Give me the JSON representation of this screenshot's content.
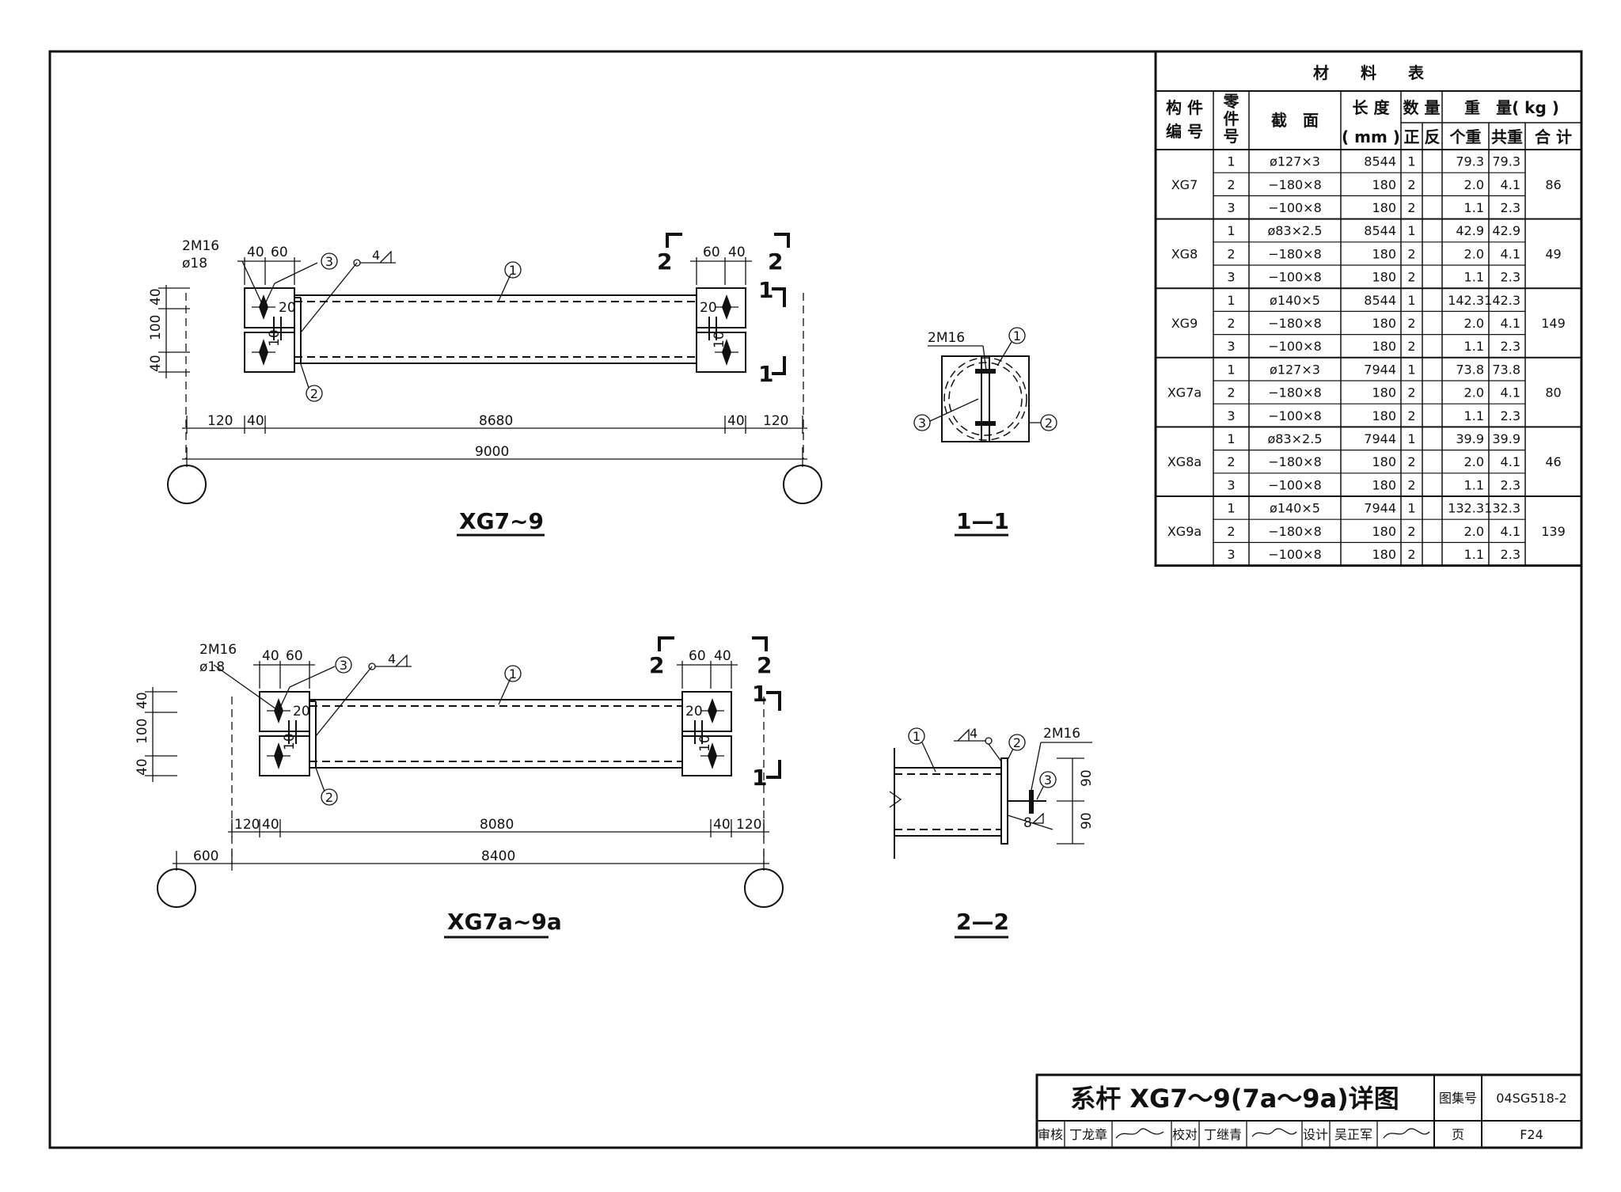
{
  "drawing": {
    "view_a": {
      "title": "XG7~9",
      "bolt_spec": "2M16",
      "hole_spec": "ø18",
      "weld_mark": "4",
      "dims_top_left": [
        "40",
        "60"
      ],
      "dims_top_right": [
        "60",
        "40"
      ],
      "dims_vertical": [
        "40",
        "100",
        "40"
      ],
      "dim_edge": "20",
      "dim_slot": "10",
      "dims_bottom": [
        "120",
        "40",
        "8680",
        "40",
        "120"
      ],
      "dim_total": "9000",
      "part_labels": [
        "①",
        "②",
        "③"
      ],
      "section_mark_2": "2",
      "section_mark_1": "1"
    },
    "view_b": {
      "title": "XG7a~9a",
      "bolt_spec": "2M16",
      "hole_spec": "ø18",
      "weld_mark": "4",
      "dims_top_left": [
        "40",
        "60"
      ],
      "dims_top_right": [
        "60",
        "40"
      ],
      "dims_vertical": [
        "40",
        "100",
        "40"
      ],
      "dim_edge": "20",
      "dim_slot": "10",
      "dims_bottom": [
        "120",
        "40",
        "8080",
        "40",
        "120"
      ],
      "dim_total": "8400",
      "dim_offset": "600",
      "part_labels": [
        "①",
        "②",
        "③"
      ],
      "section_mark_2": "2",
      "section_mark_1": "1"
    },
    "section_1_1": {
      "title": "1—1",
      "bolt_spec": "2M16",
      "part_labels": [
        "①",
        "②",
        "③"
      ]
    },
    "section_2_2": {
      "title": "2—2",
      "bolt_spec": "2M16",
      "weld_mark": "4",
      "weld_size": "8",
      "dims": [
        "90",
        "90"
      ],
      "part_labels": [
        "①",
        "②",
        "③"
      ]
    }
  },
  "material_table": {
    "title": "材　　料　　表",
    "headers": {
      "member_no": "构 件\n编 号",
      "part_no": "零\n件\n号",
      "section": "截　面",
      "length": "长 度",
      "length_unit": "( mm )",
      "qty": "数 量",
      "qty_pos": "正",
      "qty_neg": "反",
      "weight": "重　量( kg )",
      "w_each": "个重",
      "w_total": "共重",
      "w_sum": "合 计"
    },
    "groups": [
      {
        "member": "XG7",
        "sum": "86",
        "rows": [
          {
            "part": "1",
            "section": "ø127×3",
            "length": "8544",
            "qty": "1",
            "w_each": "79.3",
            "w_total": "79.3"
          },
          {
            "part": "2",
            "section": "−180×8",
            "length": "180",
            "qty": "2",
            "w_each": "2.0",
            "w_total": "4.1"
          },
          {
            "part": "3",
            "section": "−100×8",
            "length": "180",
            "qty": "2",
            "w_each": "1.1",
            "w_total": "2.3"
          }
        ]
      },
      {
        "member": "XG8",
        "sum": "49",
        "rows": [
          {
            "part": "1",
            "section": "ø83×2.5",
            "length": "8544",
            "qty": "1",
            "w_each": "42.9",
            "w_total": "42.9"
          },
          {
            "part": "2",
            "section": "−180×8",
            "length": "180",
            "qty": "2",
            "w_each": "2.0",
            "w_total": "4.1"
          },
          {
            "part": "3",
            "section": "−100×8",
            "length": "180",
            "qty": "2",
            "w_each": "1.1",
            "w_total": "2.3"
          }
        ]
      },
      {
        "member": "XG9",
        "sum": "149",
        "rows": [
          {
            "part": "1",
            "section": "ø140×5",
            "length": "8544",
            "qty": "1",
            "w_each": "142.3",
            "w_total": "142.3"
          },
          {
            "part": "2",
            "section": "−180×8",
            "length": "180",
            "qty": "2",
            "w_each": "2.0",
            "w_total": "4.1"
          },
          {
            "part": "3",
            "section": "−100×8",
            "length": "180",
            "qty": "2",
            "w_each": "1.1",
            "w_total": "2.3"
          }
        ]
      },
      {
        "member": "XG7a",
        "sum": "80",
        "rows": [
          {
            "part": "1",
            "section": "ø127×3",
            "length": "7944",
            "qty": "1",
            "w_each": "73.8",
            "w_total": "73.8"
          },
          {
            "part": "2",
            "section": "−180×8",
            "length": "180",
            "qty": "2",
            "w_each": "2.0",
            "w_total": "4.1"
          },
          {
            "part": "3",
            "section": "−100×8",
            "length": "180",
            "qty": "2",
            "w_each": "1.1",
            "w_total": "2.3"
          }
        ]
      },
      {
        "member": "XG8a",
        "sum": "46",
        "rows": [
          {
            "part": "1",
            "section": "ø83×2.5",
            "length": "7944",
            "qty": "1",
            "w_each": "39.9",
            "w_total": "39.9"
          },
          {
            "part": "2",
            "section": "−180×8",
            "length": "180",
            "qty": "2",
            "w_each": "2.0",
            "w_total": "4.1"
          },
          {
            "part": "3",
            "section": "−100×8",
            "length": "180",
            "qty": "2",
            "w_each": "1.1",
            "w_total": "2.3"
          }
        ]
      },
      {
        "member": "XG9a",
        "sum": "139",
        "rows": [
          {
            "part": "1",
            "section": "ø140×5",
            "length": "7944",
            "qty": "1",
            "w_each": "132.3",
            "w_total": "132.3"
          },
          {
            "part": "2",
            "section": "−180×8",
            "length": "180",
            "qty": "2",
            "w_each": "2.0",
            "w_total": "4.1"
          },
          {
            "part": "3",
            "section": "−100×8",
            "length": "180",
            "qty": "2",
            "w_each": "1.1",
            "w_total": "2.3"
          }
        ]
      }
    ]
  },
  "title_block": {
    "title": "系杆 XG7～9(7a～9a)详图",
    "atlas_label": "图集号",
    "atlas_no": "04SG518-2",
    "page_label": "页",
    "page_no": "F24",
    "review_label": "审核",
    "reviewer": "丁龙章",
    "check_label": "校对",
    "checker": "丁继青",
    "design_label": "设计",
    "designer": "吴正军"
  }
}
